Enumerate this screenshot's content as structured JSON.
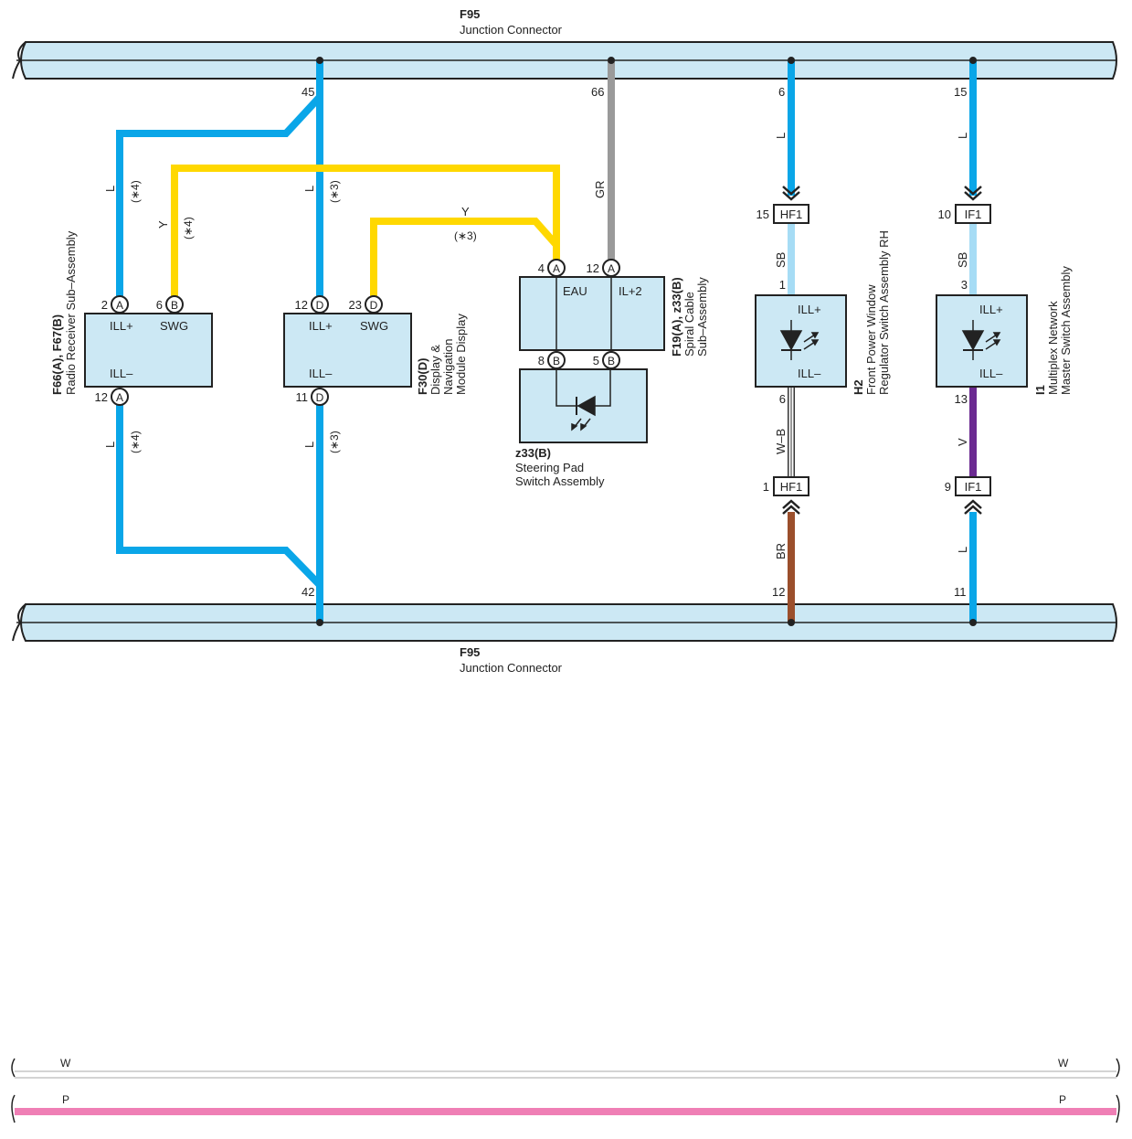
{
  "top_connector": {
    "code": "F95",
    "name": "Junction Connector"
  },
  "bottom_connector": {
    "code": "F95",
    "name": "Junction Connector"
  },
  "colors": {
    "L": "#0aa6e8",
    "Y": "#ffd800",
    "GR": "#9a9a9a",
    "SB": "#a6dcf5",
    "V": "#6b2a91",
    "BR": "#9b4f2c",
    "W": "#ffffff",
    "P": "#ef7fb5",
    "bus_fill": "#cce8f4",
    "component_fill": "#cce8f4"
  },
  "pins": {
    "top_45": "45",
    "top_66": "66",
    "top_6": "6",
    "top_15": "15",
    "bot_42": "42",
    "bot_12": "12",
    "bot_11": "11",
    "radio_2": "2",
    "radio_6": "6",
    "radio_12": "12",
    "disp_12": "12",
    "disp_23": "23",
    "disp_11": "11",
    "spiral_4": "4",
    "spiral_12": "12",
    "spiral_8": "8",
    "spiral_5": "5",
    "h2_1": "1",
    "h2_6": "6",
    "i1_3": "3",
    "i1_13": "13",
    "hf1_top": "15",
    "hf1_bot": "1",
    "if1_top": "10",
    "if1_bot": "9"
  },
  "pin_letters": {
    "A": "A",
    "B": "B",
    "D": "D"
  },
  "wire_labels": {
    "L": "L",
    "Y": "Y",
    "GR": "GR",
    "SB": "SB",
    "W_B": "W–B",
    "BR": "BR",
    "V": "V",
    "n4": "(∗4)",
    "n3": "(∗3)"
  },
  "junctions": {
    "HF1": "HF1",
    "IF1": "IF1"
  },
  "radio": {
    "code": "F66(A), F67(B)",
    "name": "Radio Receiver Sub–Assembly",
    "t_ill_plus": "ILL+",
    "t_swg": "SWG",
    "t_ill_minus": "ILL–"
  },
  "display": {
    "code": "F30(D)",
    "name1": "Display &",
    "name2": "Navigation",
    "name3": "Module Display",
    "t_ill_plus": "ILL+",
    "t_swg": "SWG",
    "t_ill_minus": "ILL–"
  },
  "spiral": {
    "code": "F19(A), z33(B)",
    "name1": "Spiral Cable",
    "name2": "Sub–Assembly",
    "t_eau": "EAU",
    "t_il2": "IL+2"
  },
  "steering": {
    "code": "z33(B)",
    "name1": "Steering Pad",
    "name2": "Switch Assembly"
  },
  "h2": {
    "code": "H2",
    "name1": "Front Power Window",
    "name2": "Regulator Switch Assembly RH",
    "t_ill_plus": "ILL+",
    "t_ill_minus": "ILL–"
  },
  "i1": {
    "code": "I1",
    "name1": "Multiplex Network",
    "name2": "Master Switch Assembly",
    "t_ill_plus": "ILL+",
    "t_ill_minus": "ILL–"
  },
  "legend": {
    "w_left": "W",
    "w_right": "W",
    "p_left": "P",
    "p_right": "P"
  }
}
